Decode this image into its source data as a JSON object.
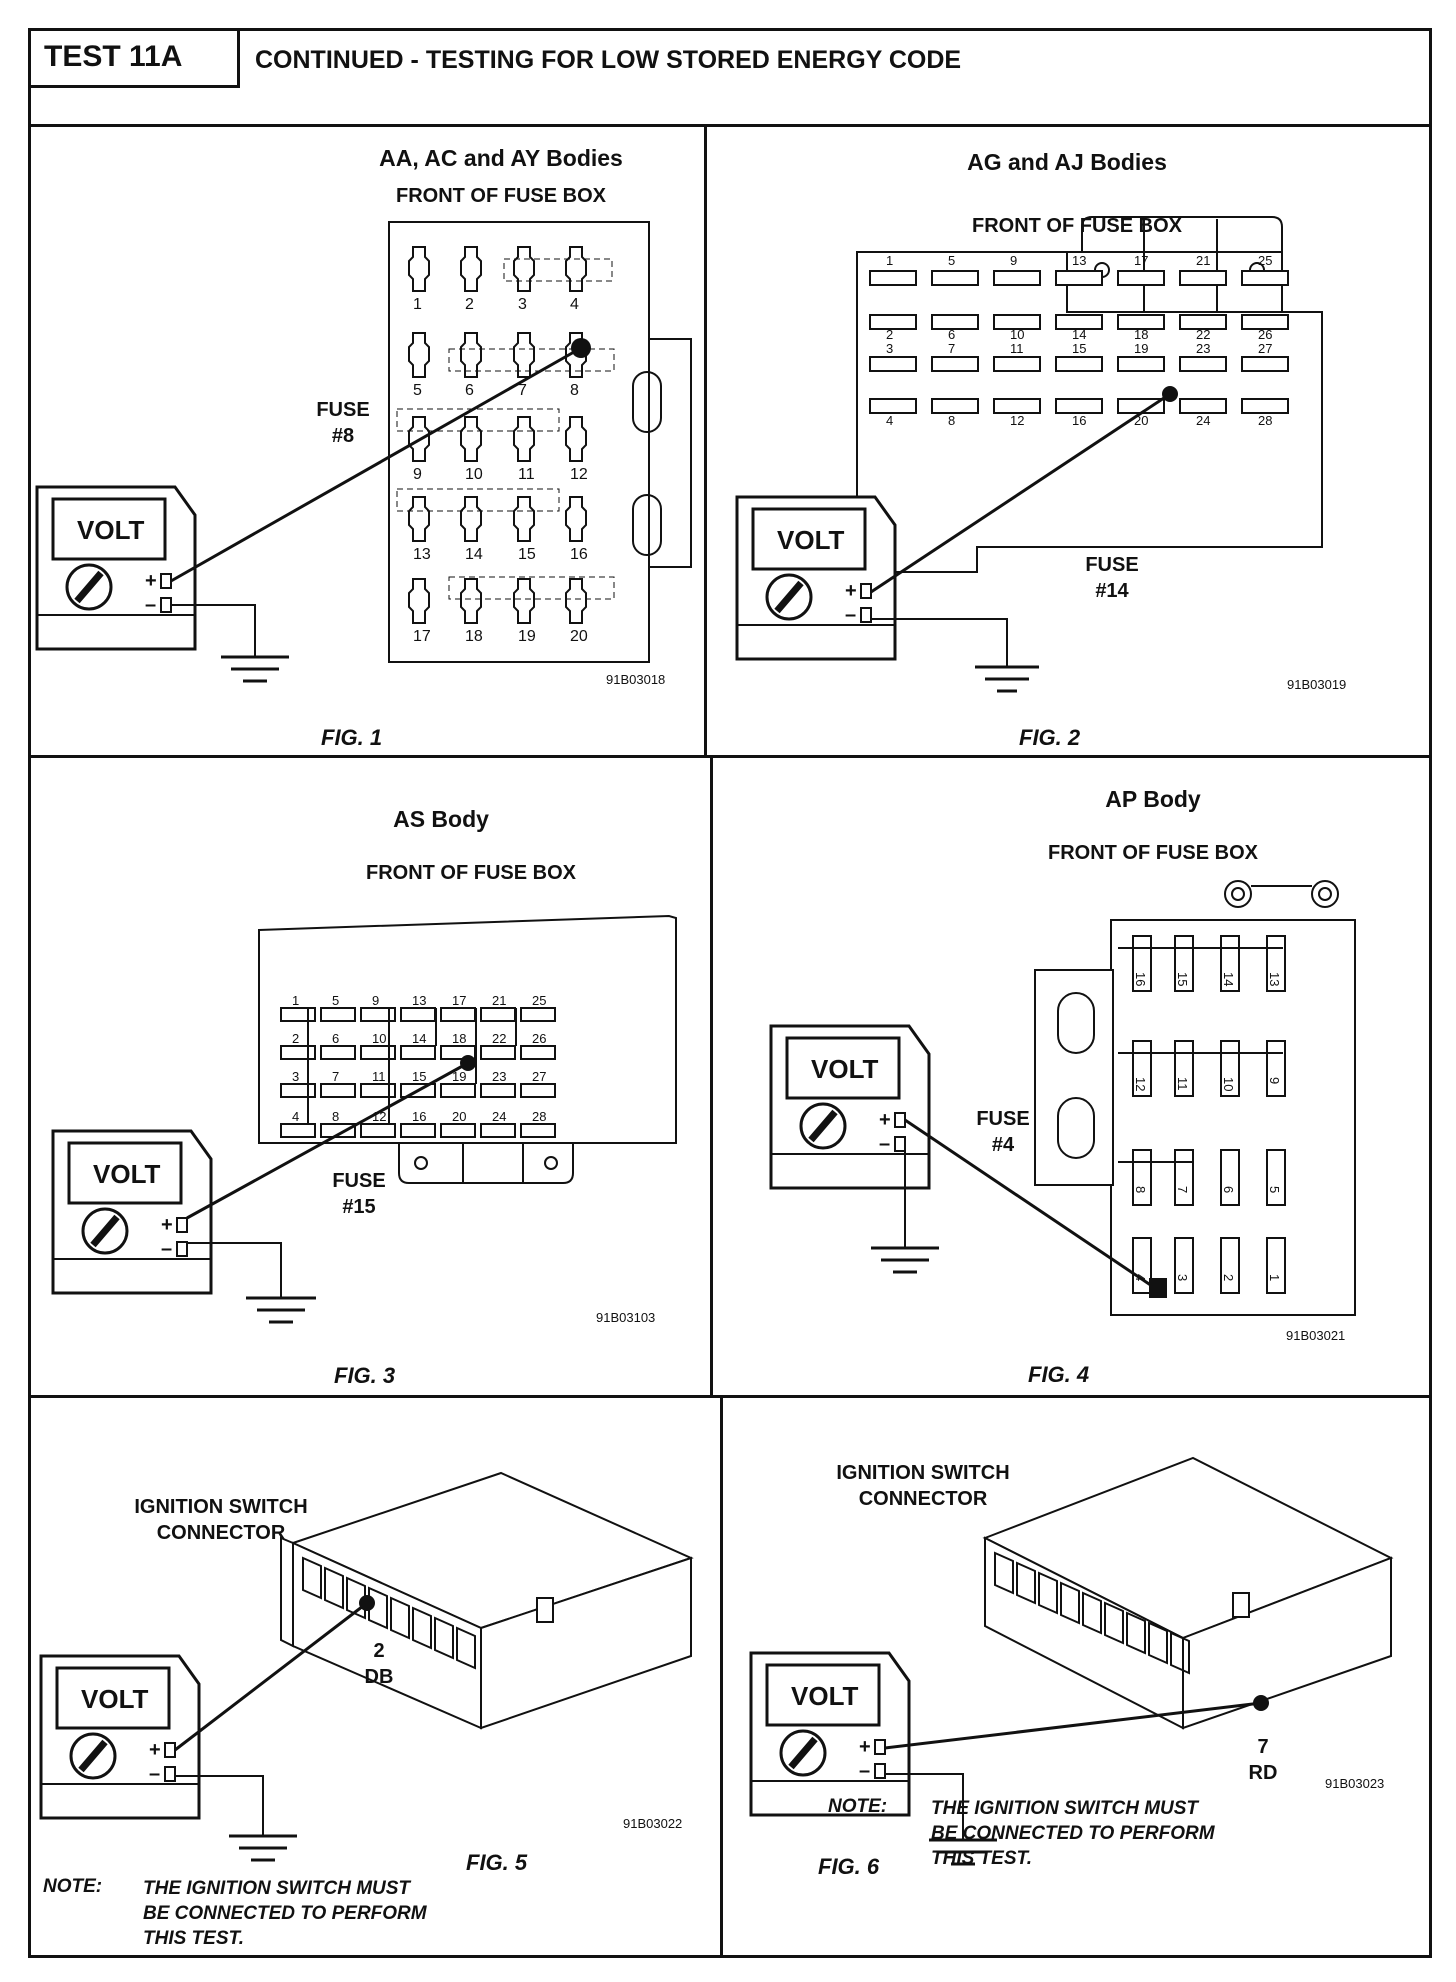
{
  "header": {
    "test_id": "TEST 11A",
    "title": "CONTINUED - TESTING FOR LOW STORED ENERGY CODE"
  },
  "meter": {
    "display": "VOLT",
    "plus": "+",
    "minus": "–"
  },
  "fig1": {
    "title": "AA, AC and AY Bodies",
    "subtitle": "FRONT OF FUSE BOX",
    "fuse_label": "FUSE\n#8",
    "caption": "FIG. 1",
    "code": "91B03018",
    "fuse_numbers": [
      "1",
      "2",
      "3",
      "4",
      "5",
      "6",
      "7",
      "8",
      "9",
      "10",
      "11",
      "12",
      "13",
      "14",
      "15",
      "16",
      "17",
      "18",
      "19",
      "20"
    ]
  },
  "fig2": {
    "title": "AG and AJ Bodies",
    "subtitle": "FRONT OF FUSE BOX",
    "fuse_label": "FUSE\n#14",
    "caption": "FIG. 2",
    "code": "91B03019",
    "fuse_numbers": [
      "1",
      "5",
      "9",
      "13",
      "17",
      "21",
      "25",
      "2",
      "6",
      "10",
      "14",
      "18",
      "22",
      "26",
      "3",
      "7",
      "11",
      "15",
      "19",
      "23",
      "27",
      "4",
      "8",
      "12",
      "16",
      "20",
      "24",
      "28"
    ]
  },
  "fig3": {
    "title": "AS Body",
    "subtitle": "FRONT OF FUSE BOX",
    "fuse_label": "FUSE\n#15",
    "caption": "FIG. 3",
    "code": "91B03103",
    "fuse_numbers": [
      "1",
      "5",
      "9",
      "13",
      "17",
      "21",
      "25",
      "2",
      "6",
      "10",
      "14",
      "18",
      "22",
      "26",
      "3",
      "7",
      "11",
      "15",
      "19",
      "23",
      "27",
      "4",
      "8",
      "12",
      "16",
      "20",
      "24",
      "28"
    ]
  },
  "fig4": {
    "title": "AP Body",
    "subtitle": "FRONT OF FUSE BOX",
    "fuse_label": "FUSE\n#4",
    "caption": "FIG. 4",
    "code": "91B03021",
    "fuse_numbers": [
      "16",
      "15",
      "14",
      "13",
      "12",
      "11",
      "10",
      "9",
      "8",
      "7",
      "6",
      "5",
      "4",
      "3",
      "2",
      "1"
    ]
  },
  "fig5": {
    "connector_label": "IGNITION SWITCH\nCONNECTOR",
    "pin_label": "2\nDB",
    "caption": "FIG. 5",
    "code": "91B03022",
    "note_key": "NOTE:",
    "note_text": "THE IGNITION SWITCH MUST BE CONNECTED TO PERFORM THIS TEST."
  },
  "fig6": {
    "connector_label": "IGNITION SWITCH\nCONNECTOR",
    "pin_label": "7\nRD",
    "caption": "FIG. 6",
    "code": "91B03023",
    "note_key": "NOTE:",
    "note_text": "THE IGNITION SWITCH MUST BE CONNECTED TO PERFORM THIS TEST."
  }
}
